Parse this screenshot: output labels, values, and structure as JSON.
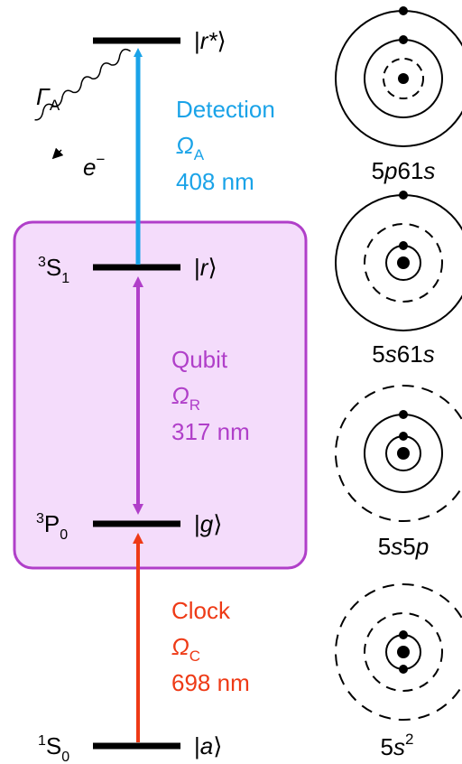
{
  "colors": {
    "detection": "#1aa3e8",
    "qubit": "#b03fc9",
    "clock": "#ee3a16",
    "box_fill": "#f4dcfb",
    "box_stroke": "#b03fc9",
    "level": "#000000"
  },
  "levels": {
    "r_star": {
      "ket_pre": "|",
      "ket_state": "r*",
      "ket_post": "⟩"
    },
    "r": {
      "term": "S",
      "term_sup": "3",
      "term_sub": "1",
      "ket_pre": "|",
      "ket_state": "r",
      "ket_post": "⟩"
    },
    "g": {
      "term": "P",
      "term_sup": "3",
      "term_sub": "0",
      "ket_pre": "|",
      "ket_state": "g",
      "ket_post": "⟩"
    },
    "a": {
      "term": "S",
      "term_sup": "1",
      "term_sub": "0",
      "ket_pre": "|",
      "ket_state": "a",
      "ket_post": "⟩"
    }
  },
  "decay": {
    "gamma": "Γ",
    "gamma_sub": "A",
    "electron": "e",
    "electron_sup": "−"
  },
  "transitions": {
    "detection": {
      "label": "Detection",
      "omega": "Ω",
      "omega_sub": "A",
      "wavelength": "408 nm"
    },
    "qubit": {
      "label": "Qubit",
      "omega": "Ω",
      "omega_sub": "R",
      "wavelength": "317 nm"
    },
    "clock": {
      "label": "Clock",
      "omega": "Ω",
      "omega_sub": "C",
      "wavelength": "698 nm"
    }
  },
  "configs": [
    {
      "a": "5",
      "b": "p",
      "c": "61",
      "d": "s",
      "sup": ""
    },
    {
      "a": "5",
      "b": "s",
      "c": "61",
      "d": "s",
      "sup": ""
    },
    {
      "a": "5",
      "b": "s",
      "c": "5",
      "d": "p",
      "sup": ""
    },
    {
      "a": "5",
      "b": "s",
      "c": "",
      "d": "",
      "sup": "2"
    }
  ]
}
